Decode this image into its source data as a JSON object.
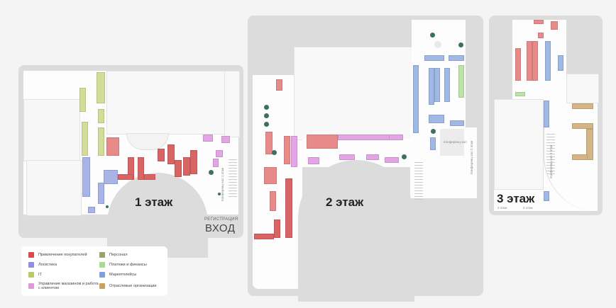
{
  "floors": {
    "first": {
      "label": "1 этаж"
    },
    "second": {
      "label": "2 этаж"
    },
    "third": {
      "label": "3 этаж",
      "sub_left": "2 этаж",
      "sub_right": "2 этаж"
    }
  },
  "entrance": {
    "small": "РЕГИСТРАЦИЯ",
    "big": "ВХОД"
  },
  "signs": {
    "zone1": "Конференц-зал 1 этаж",
    "zone2": "Конференц-зал 2 этаж",
    "zone3": "Конференц-зал 3 этаж",
    "hall": "Конференц-зал"
  },
  "legend": [
    {
      "label": "Привлечение покупателей",
      "color": "#d94a4a"
    },
    {
      "label": "Персонал",
      "color": "#9ea06a"
    },
    {
      "label": "Логистика",
      "color": "#8f8fe0"
    },
    {
      "label": "Платежи и финансы",
      "color": "#a8dc8c"
    },
    {
      "label": "IT",
      "color": "#b9c86a"
    },
    {
      "label": "Маркетплейсы",
      "color": "#7f9fe0"
    },
    {
      "label": "Управление магазином и работа с клиентом",
      "color": "#dc9adc"
    },
    {
      "label": "Отраслевые организации",
      "color": "#c9a160"
    }
  ]
}
